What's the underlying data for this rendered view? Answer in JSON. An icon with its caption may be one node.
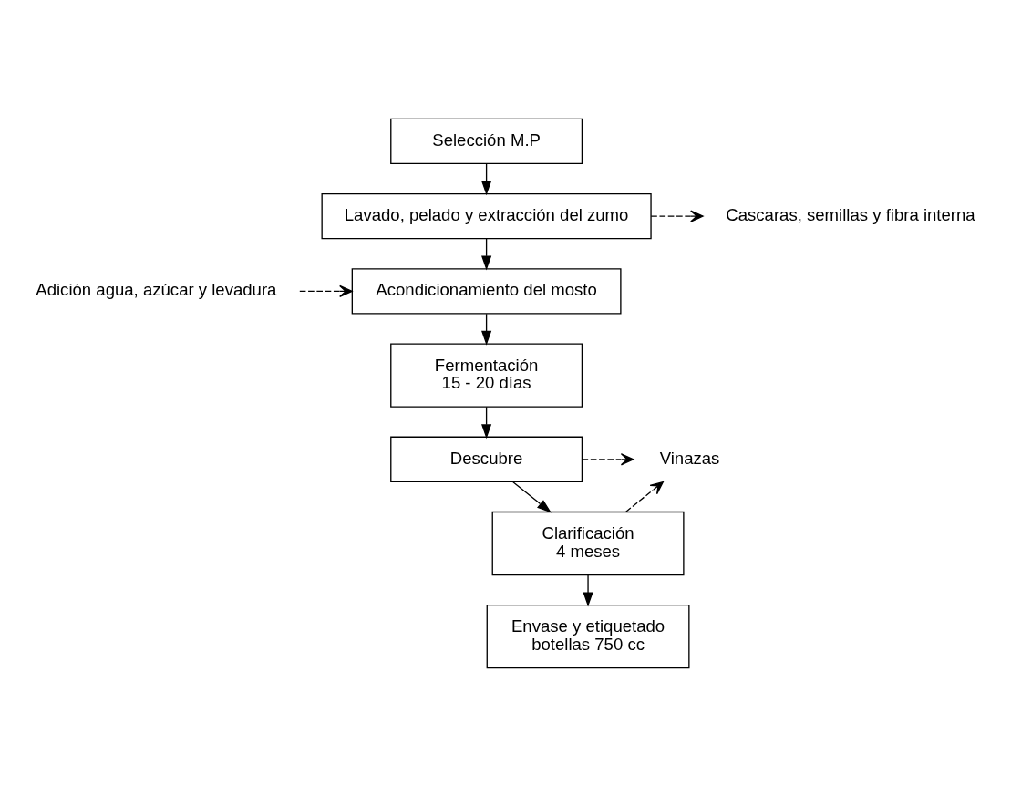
{
  "diagram": {
    "nodes": [
      {
        "text": [
          "Selección M.P"
        ]
      },
      {
        "text": [
          "Lavado, pelado y extracción del zumo"
        ]
      },
      {
        "text": [
          "Cascaras, semillas y fibra interna"
        ]
      },
      {
        "text": [
          "Adición agua, azúcar y levadura"
        ]
      },
      {
        "text": [
          "Acondicionamiento del mosto"
        ]
      },
      {
        "text": [
          "Fermentación",
          "15 - 20 días"
        ]
      },
      {
        "text": [
          "Descubre"
        ]
      },
      {
        "text": [
          "Clarificación",
          "4 meses"
        ]
      },
      {
        "text": [
          "Vinazas"
        ]
      },
      {
        "text": [
          "Envase y etiquetado",
          "botellas 750 cc"
        ]
      }
    ],
    "edges": [
      {
        "from": 0,
        "to": 1,
        "arrow": "to"
      },
      {
        "from": 1,
        "to": 2,
        "arrow": "to",
        "style": "dashed"
      },
      {
        "from": 3,
        "to": 4,
        "arrow": "to",
        "style": "dashed"
      },
      {
        "from": 1,
        "to": 4,
        "arrow": "to"
      },
      {
        "from": 4,
        "to": 5,
        "arrow": "to"
      },
      {
        "from": 5,
        "to": 6,
        "arrow": "to"
      },
      {
        "from": 6,
        "to": 7,
        "arrow": "to"
      },
      {
        "from": 6,
        "to": 8,
        "arrow": "to",
        "style": "dashed"
      },
      {
        "from": 7,
        "to": 8,
        "arrow": "to",
        "style": "dashed"
      },
      {
        "from": 7,
        "to": 9,
        "arrow": "to"
      }
    ]
  }
}
